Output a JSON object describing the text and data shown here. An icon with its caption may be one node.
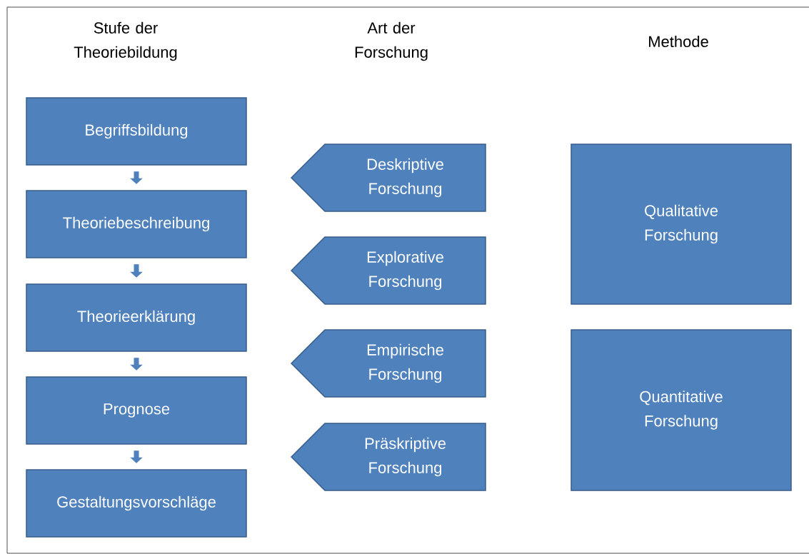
{
  "diagram": {
    "nodes": [
      {
        "text": [
          "Begriffsbildung"
        ]
      },
      {
        "text": [
          "Theoriebeschreibung"
        ]
      },
      {
        "text": [
          "Theorieerklärung"
        ]
      },
      {
        "text": [
          "Prognose"
        ]
      },
      {
        "text": [
          "Gestaltungsvorschläge"
        ]
      },
      {
        "text": [
          "Deskriptive Forschung"
        ]
      },
      {
        "text": [
          "Explorative Forschung"
        ]
      },
      {
        "text": [
          "Empirische Forschung"
        ]
      },
      {
        "text": [
          "Präskriptive Forschung"
        ]
      },
      {
        "text": [
          "Qualitative Forschung"
        ]
      },
      {
        "text": [
          "Quantitative Forschung"
        ]
      }
    ],
    "edges": [
      {
        "from": 0,
        "to": 1,
        "arrow": "to"
      },
      {
        "from": 1,
        "to": 2,
        "arrow": "to"
      },
      {
        "from": 2,
        "to": 3,
        "arrow": "to"
      },
      {
        "from": 3,
        "to": 4,
        "arrow": "to"
      }
    ],
    "labels": [
      "Stufe der Theoriebildung",
      "Art der Forschung",
      "Methode"
    ]
  }
}
